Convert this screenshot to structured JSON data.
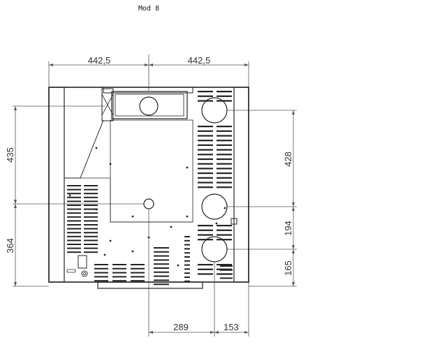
{
  "title": "Mod 8",
  "dimensions": {
    "top_left": "442,5",
    "top_right": "442,5",
    "left_upper": "435",
    "left_lower": "364",
    "right_upper": "428",
    "right_middle": "194",
    "right_lower": "165",
    "bottom_left": "289",
    "bottom_right": "153"
  },
  "colors": {
    "line": "#222222",
    "dim_line": "#555555",
    "fill": "#ffffff"
  }
}
